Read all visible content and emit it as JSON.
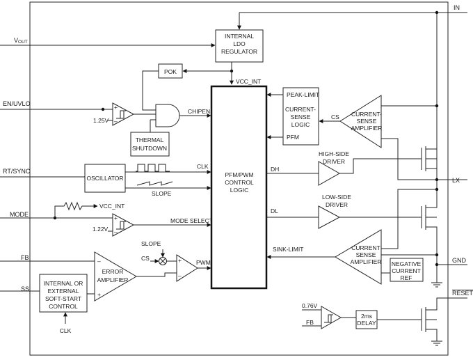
{
  "pins": {
    "in": "IN",
    "vout_main": "V",
    "vout_sub": "OUT",
    "en_uvlo": "EN/UVLO",
    "rt_sync": "RT/SYNC",
    "mode": "MODE",
    "fb": "FB",
    "ss": "SS",
    "lx": "LX",
    "gnd": "GND",
    "reset": "RESET"
  },
  "blocks": {
    "ldo": [
      "INTERNAL",
      "LDO",
      "REGULATOR"
    ],
    "pok": "POK",
    "thermal": [
      "THERMAL",
      "SHUTDOWN"
    ],
    "oscillator": "OSCILLATOR",
    "pfm_pwm": [
      "PFM/PWM",
      "CONTROL",
      "LOGIC"
    ],
    "peak_limit": "PEAK-LIMIT",
    "cs_logic": [
      "CURRENT-",
      "SENSE",
      "LOGIC"
    ],
    "pfm": "PFM",
    "cs_amp_top": [
      "CURRENT-",
      "SENSE",
      "AMPLIFIER"
    ],
    "hs_driver": [
      "HIGH-SIDE",
      "DRIVER"
    ],
    "ls_driver": [
      "LOW-SIDE",
      "DRIVER"
    ],
    "cs_amp_bottom": [
      "CURRENT",
      "SENSE",
      "AMPLIFIER"
    ],
    "neg_ref": [
      "NEGATIVE",
      "CURRENT",
      "REF"
    ],
    "error_amp": [
      "ERROR",
      "AMPLIFIER"
    ],
    "soft_start": [
      "INTERNAL OR",
      "EXTERNAL",
      "SOFT-START",
      "CONTROL"
    ],
    "delay": [
      "2ms",
      "DELAY"
    ]
  },
  "signals": {
    "vcc_int": "VCC_INT",
    "chipen": "CHIPEN",
    "clk": "CLK",
    "slope": "SLOPE",
    "mode_select": "MODE SELECT",
    "vcc_int_pullup": "VCC_INT",
    "v125": "1.25V",
    "v122": "1.22V",
    "slope2": "SLOPE",
    "cs_mix": "CS",
    "pwm": "PWM",
    "cs": "CS",
    "dh": "DH",
    "dl": "DL",
    "sink_limit": "SINK-LIMIT",
    "v076": "0.76V",
    "fb_comp": "FB",
    "clk_ss": "CLK"
  }
}
